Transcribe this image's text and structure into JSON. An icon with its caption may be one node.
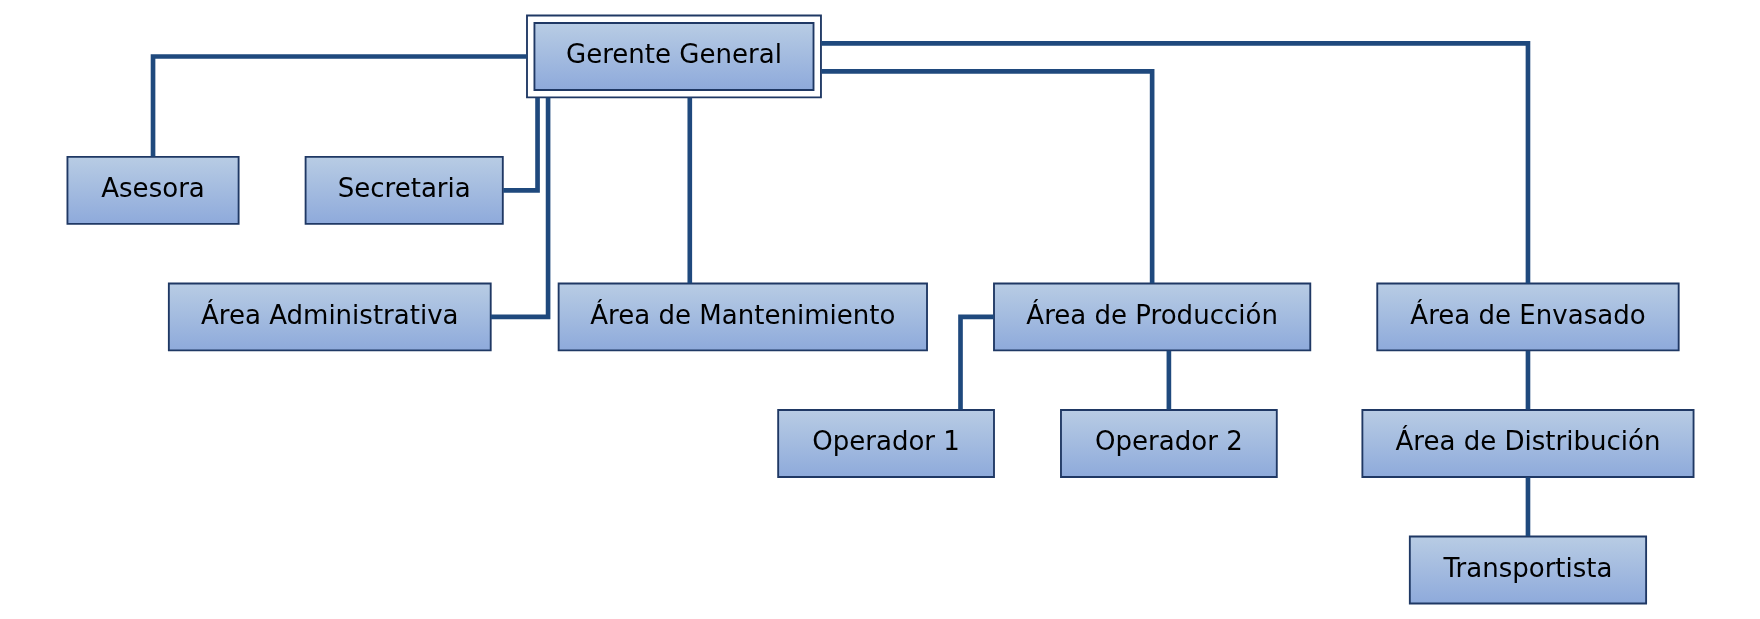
{
  "diagram": {
    "nodes": [
      {
        "text": [
          "Gerente General"
        ]
      },
      {
        "text": [
          "Asesora"
        ]
      },
      {
        "text": [
          "Secretaria"
        ]
      },
      {
        "text": [
          "Área Administrativa"
        ]
      },
      {
        "text": [
          "Área de Mantenimiento"
        ]
      },
      {
        "text": [
          "Área de Producción"
        ]
      },
      {
        "text": [
          "Área de Envasado"
        ]
      },
      {
        "text": [
          "Operador 1"
        ]
      },
      {
        "text": [
          "Operador 2"
        ]
      },
      {
        "text": [
          "Área de Distribución"
        ]
      },
      {
        "text": [
          "Transportista"
        ]
      }
    ],
    "edges": [
      {
        "from": 0,
        "to": 1,
        "arrow": "none"
      },
      {
        "from": 0,
        "to": 2,
        "arrow": "none"
      },
      {
        "from": 0,
        "to": 3,
        "arrow": "none"
      },
      {
        "from": 0,
        "to": 4,
        "arrow": "none"
      },
      {
        "from": 0,
        "to": 5,
        "arrow": "none"
      },
      {
        "from": 0,
        "to": 6,
        "arrow": "none"
      },
      {
        "from": 5,
        "to": 7,
        "arrow": "none"
      },
      {
        "from": 5,
        "to": 8,
        "arrow": "none"
      },
      {
        "from": 6,
        "to": 9,
        "arrow": "none"
      },
      {
        "from": 9,
        "to": 10,
        "arrow": "none"
      }
    ]
  }
}
